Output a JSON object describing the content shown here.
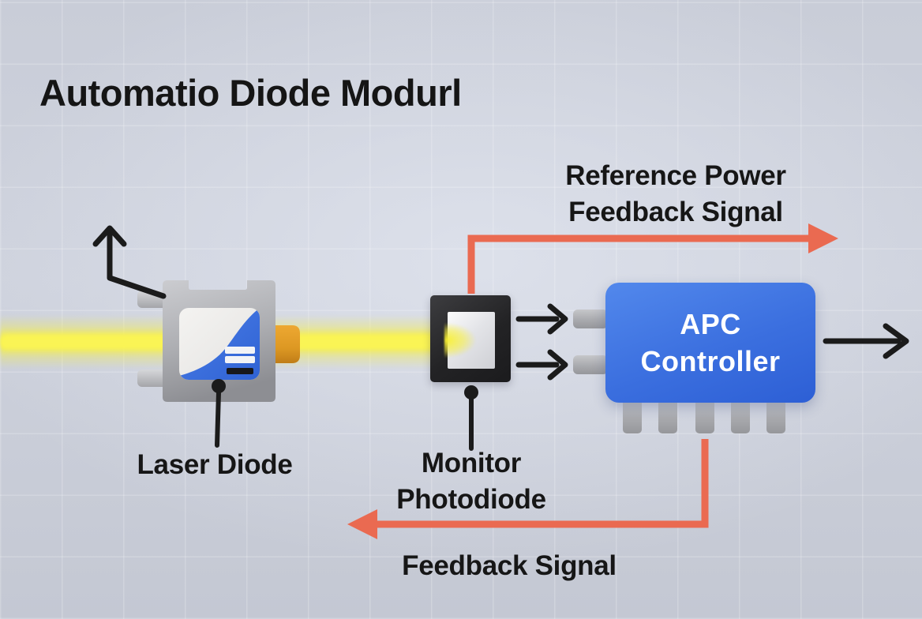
{
  "title": "Automatio Diode Modurl",
  "components": {
    "laser_diode": {
      "label": "Laser Diode"
    },
    "monitor_photodiode": {
      "label_line1": "Monitor",
      "label_line2": "Photodiode"
    },
    "apc_controller": {
      "name_line1": "APC",
      "name_line2": "Controller"
    }
  },
  "signals": {
    "reference_power": {
      "label_line1": "Reference Power",
      "label_line2": "Feedback Signal"
    },
    "feedback": {
      "label": "Feedback Signal"
    }
  },
  "colors": {
    "signal_arrow_red": "#ea6a51",
    "black_arrow": "#1b1b1b",
    "apc_blue_top": "#5288ec",
    "apc_blue_bottom": "#2d5fd5",
    "beam_yellow": "#f8f246",
    "package_orange": "#e09a26",
    "background": "#cbcfda"
  }
}
